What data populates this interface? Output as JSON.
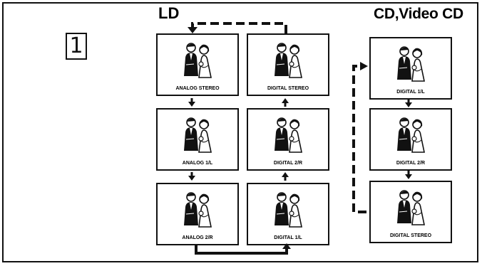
{
  "step_number": "1",
  "ld": {
    "title": "LD",
    "left_column": [
      "ANALOG STEREO",
      "ANALOG 1/L",
      "ANALOG 2/R"
    ],
    "right_column": [
      "DIGITAL STEREO",
      "DIGITAL 2/R",
      "DIGITAL 1/L"
    ]
  },
  "cd": {
    "title": "CD,Video CD",
    "column": [
      "DIGITAL 1/L",
      "DIGITAL 2/R",
      "DIGITAL STEREO"
    ]
  },
  "colors": {
    "ink": "#111111",
    "paper": "#ffffff"
  }
}
